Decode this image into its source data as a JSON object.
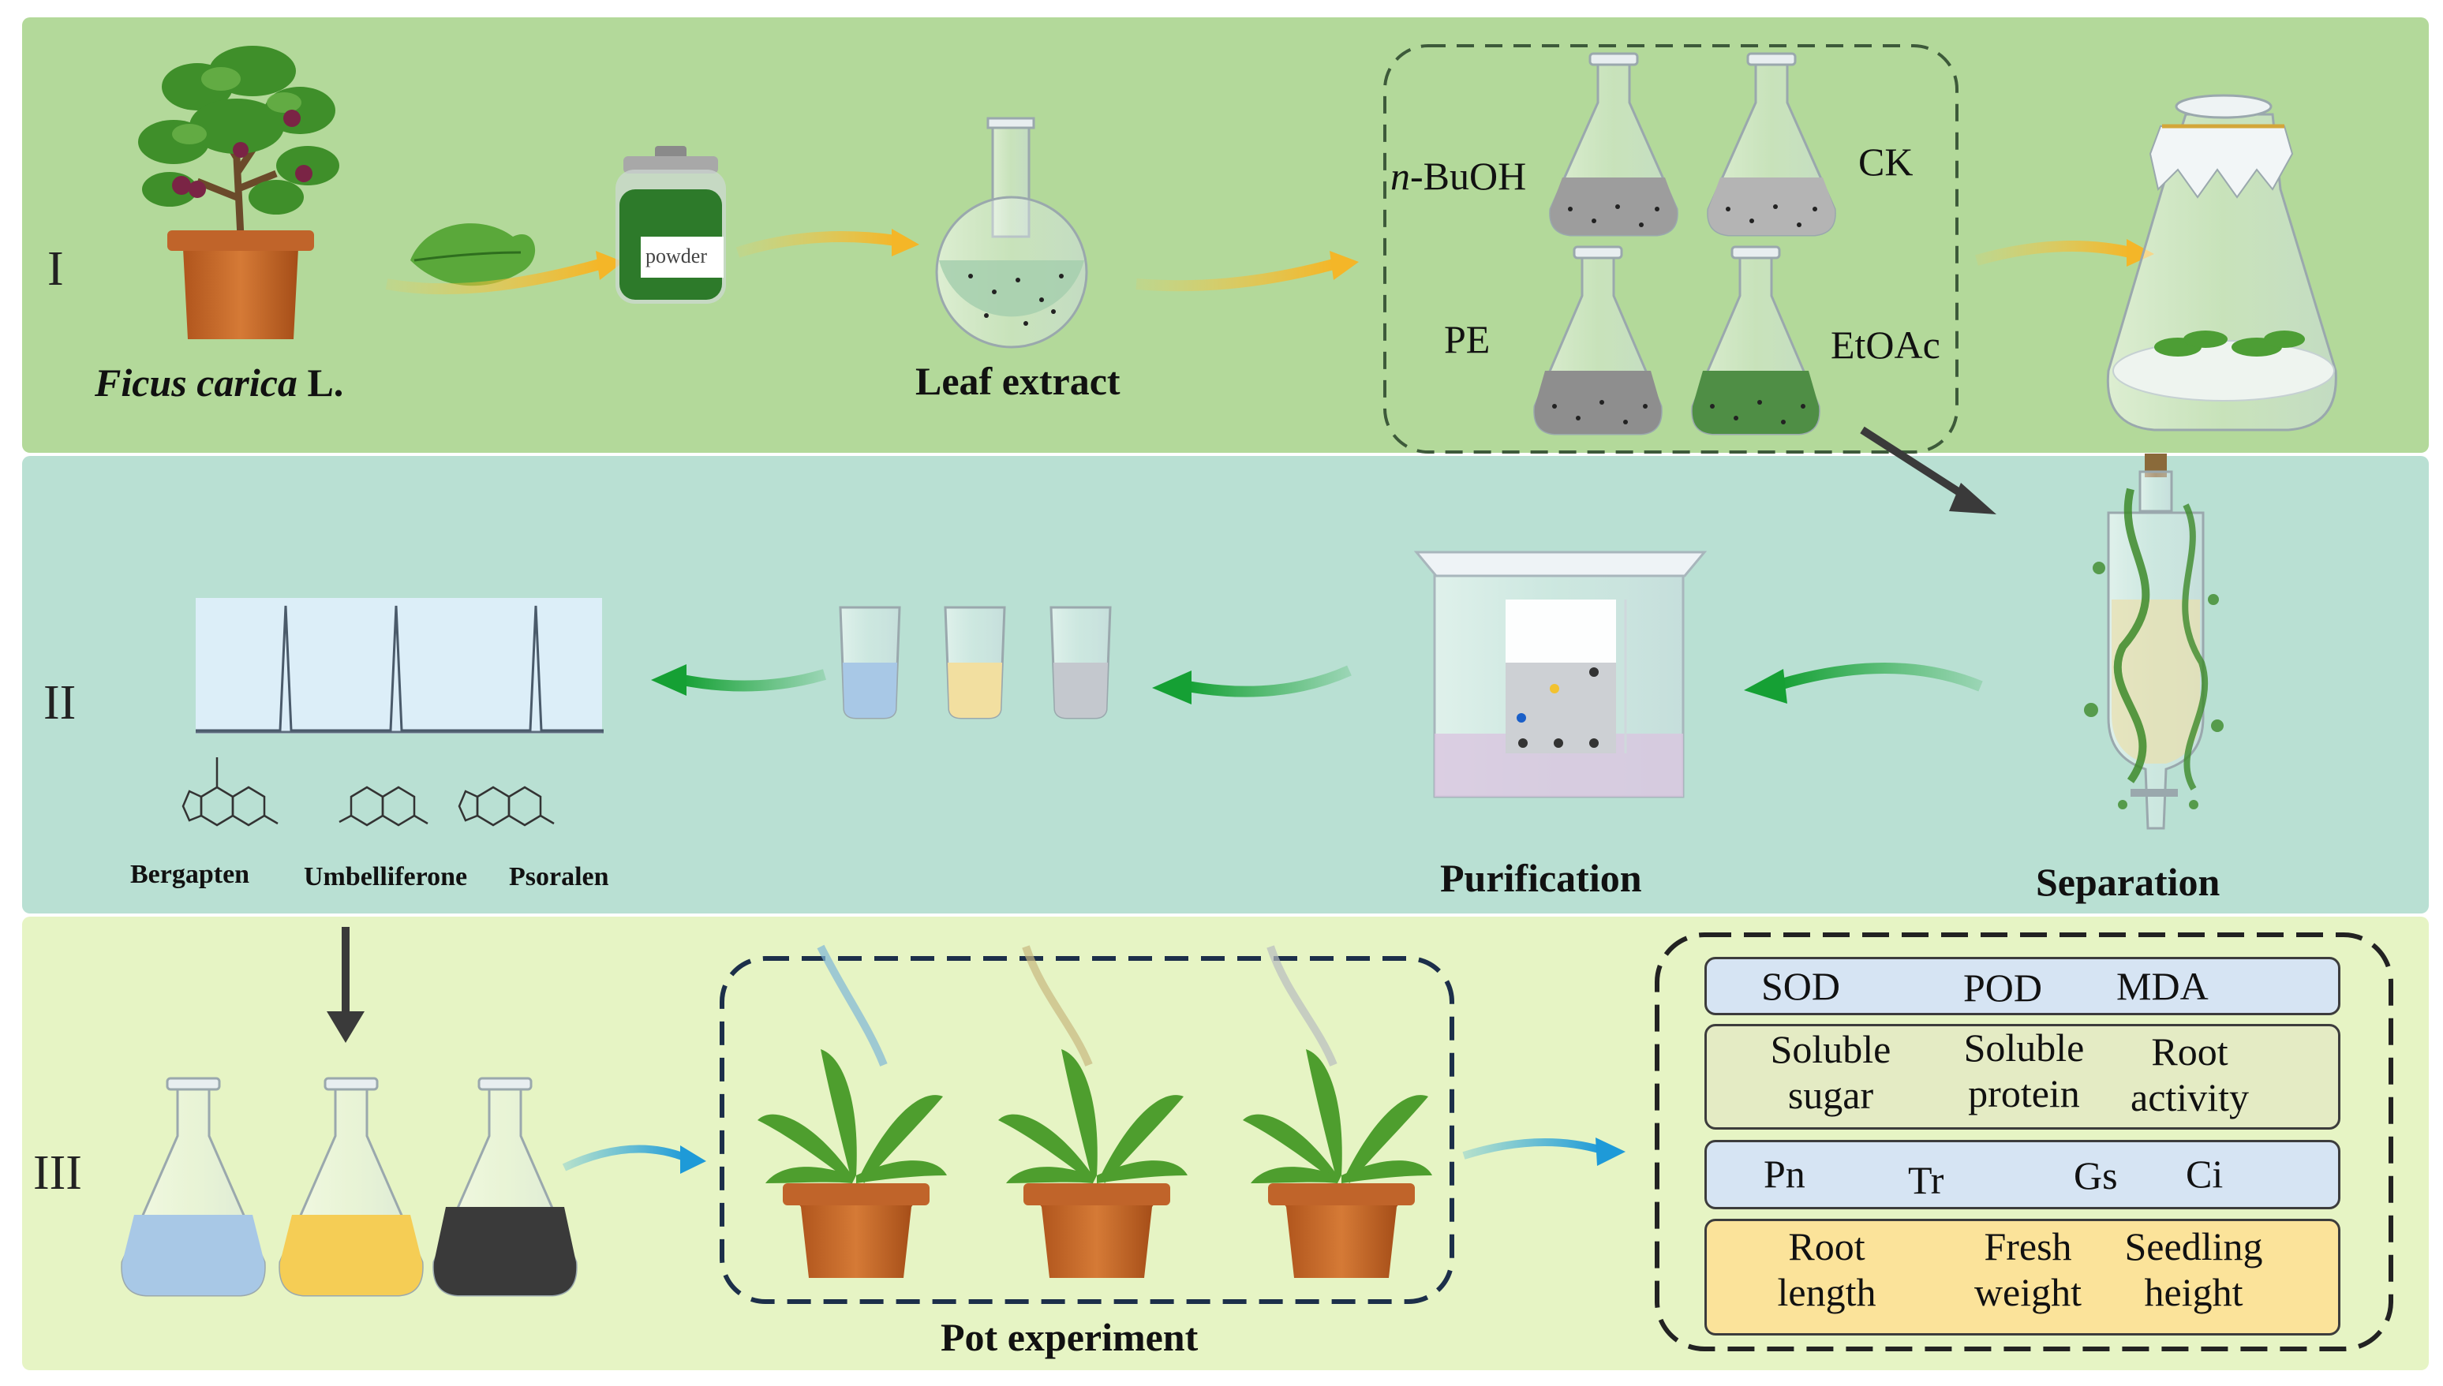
{
  "colors": {
    "band1": "#b3d99a",
    "band2": "#b9e0d3",
    "band3": "#e6f4c4",
    "yellow_arrow": "#f6c84a",
    "green_arrow": "#1fa83c",
    "blue_arrow": "#26a6e0",
    "dark_arrow": "#3a3a3a",
    "param_row1": "#d6e4f3",
    "param_row2": "#e4ebc4",
    "param_row3": "#d6e4f3",
    "param_row4": "#fbe39a"
  },
  "stages": {
    "I": "I",
    "II": "II",
    "III": "III"
  },
  "labels": {
    "plant_species": "Ficus carica",
    "plant_authority": "L.",
    "jar_label": "powder",
    "leaf_extract": "Leaf extract",
    "solvent_nbuoh_prefix": "n",
    "solvent_nbuoh_rest": "-BuOH",
    "solvent_ck": "CK",
    "solvent_pe": "PE",
    "solvent_etoac": "EtOAc",
    "separation": "Separation",
    "purification": "Purification",
    "bergapten": "Bergapten",
    "umbelliferone": "Umbelliferone",
    "psoralen": "Psoralen",
    "pot_experiment": "Pot experiment"
  },
  "parameters": [
    [
      "SOD",
      "POD",
      "MDA"
    ],
    [
      "Soluble\nsugar",
      "Soluble\nprotein",
      "Root\nactivity"
    ],
    [
      "Pn",
      "Tr",
      "Gs",
      "Ci"
    ],
    [
      "Root\nlength",
      "Fresh\nweight",
      "Seedling\nheight"
    ]
  ],
  "icons": {
    "plant": "fig-tree-icon",
    "leaf": "leaf-icon",
    "jar": "powder-jar-icon",
    "flask": "round-flask-icon",
    "conical": "conical-flask-icon",
    "culture": "culture-flask-icon",
    "column": "separation-column-icon",
    "tank": "tlc-tank-icon",
    "beaker": "beaker-icon",
    "chromatogram": "chromatogram-icon",
    "pot": "potted-plant-icon"
  }
}
